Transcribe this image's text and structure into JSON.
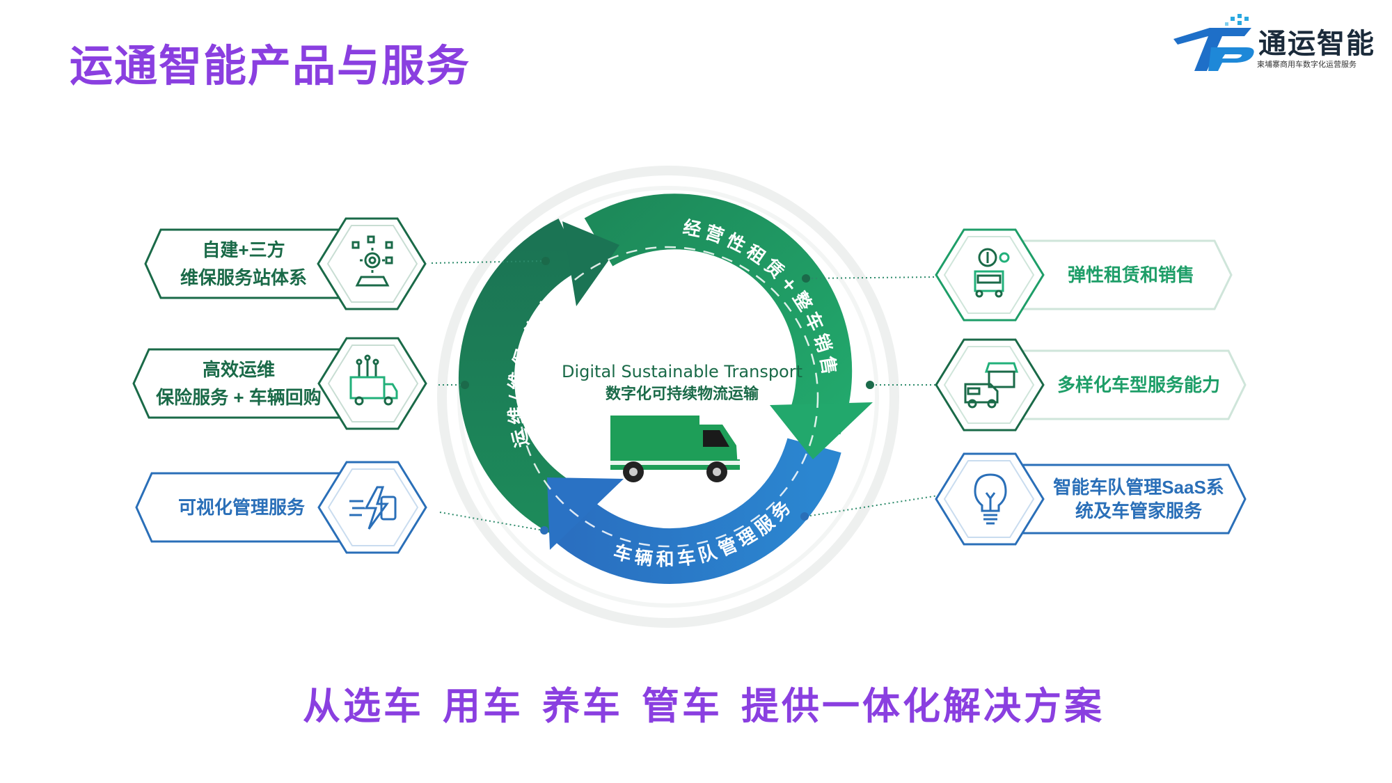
{
  "title": "运通智能产品与服务",
  "logo": {
    "name": "通运智能",
    "tagline": "柬埔寨商用车数字化运营服务"
  },
  "center": {
    "title_en": "Digital Sustainable Transport",
    "title_cn": "数字化可持续物流运输"
  },
  "ring_labels": {
    "top_right": "经营性租赁+整车销售",
    "bottom": "车辆和车队管理服务",
    "left": "运维/维保/资产"
  },
  "left_cards": [
    {
      "line1": "自建+三方",
      "line2": "维保服务站体系",
      "icon": "gear-factory-icon"
    },
    {
      "line1": "高效运维",
      "line2": "保险服务 + 车辆回购",
      "icon": "circuit-truck-icon"
    },
    {
      "line1": "可视化管理服务",
      "line2": "",
      "icon": "lightning-battery-icon"
    }
  ],
  "right_cards": [
    {
      "line1": "弹性租赁和销售",
      "line2": "",
      "icon": "money-truck-icon"
    },
    {
      "line1": "多样化车型服务能力",
      "line2": "",
      "icon": "store-van-icon"
    },
    {
      "line1": "智能车队管理SaaS系",
      "line2": "统及车管家服务",
      "icon": "lightbulb-icon"
    }
  ],
  "subtitle": "从选车 用车 养车 管车 提供一体化解决方案",
  "colors": {
    "title": "#8a3fe0",
    "dark_green": "#1a6a48",
    "green": "#1e9e68",
    "blue": "#2a6fb8"
  }
}
